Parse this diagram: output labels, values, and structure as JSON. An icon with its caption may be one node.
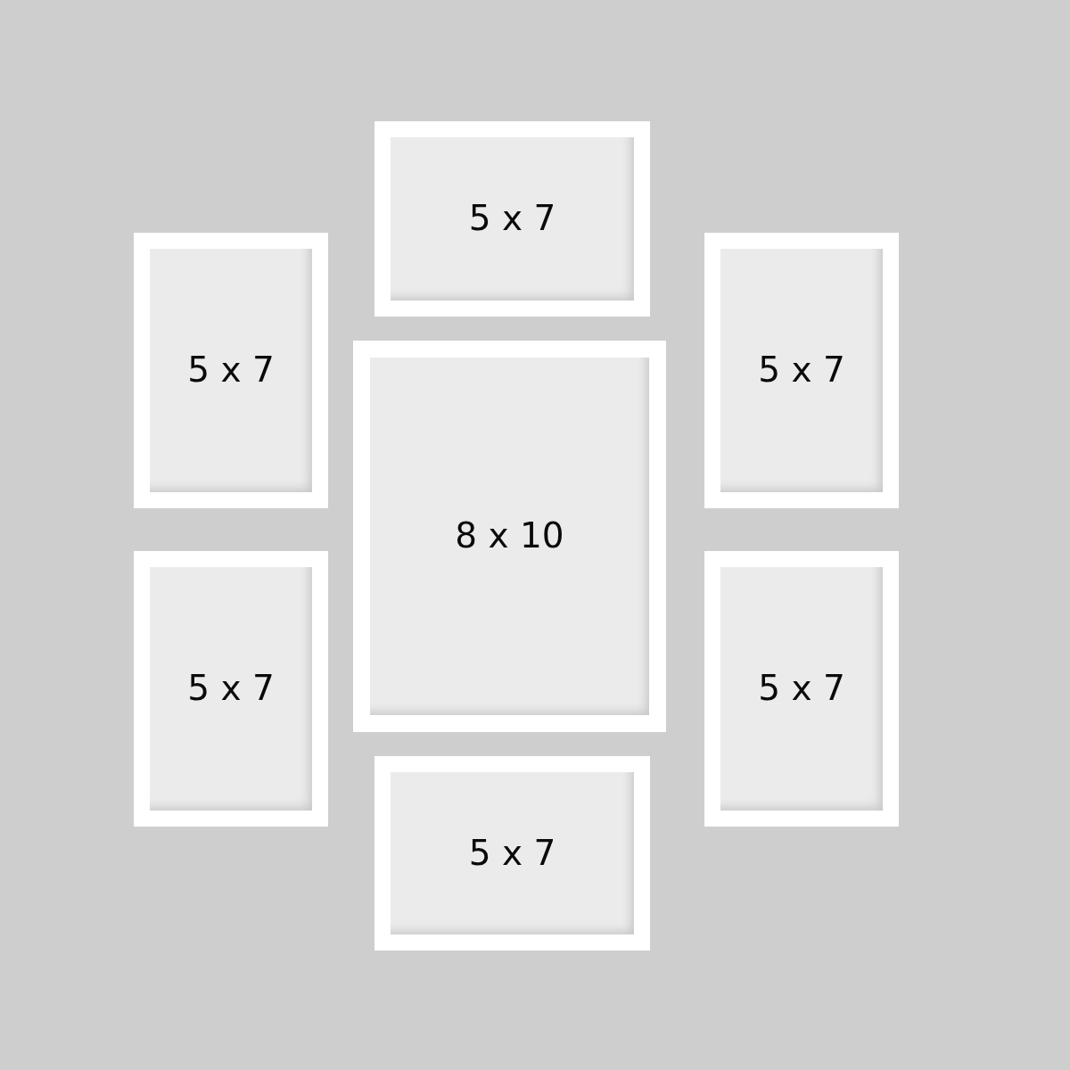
{
  "diagram": {
    "nodes": [
      {
        "text": [
          "5 x 7"
        ]
      },
      {
        "text": [
          "5 x 7"
        ]
      },
      {
        "text": [
          "5 x 7"
        ]
      },
      {
        "text": [
          "8 x 10"
        ]
      },
      {
        "text": [
          "5 x 7"
        ]
      },
      {
        "text": [
          "5 x 7"
        ]
      },
      {
        "text": [
          "5 x 7"
        ]
      }
    ]
  }
}
